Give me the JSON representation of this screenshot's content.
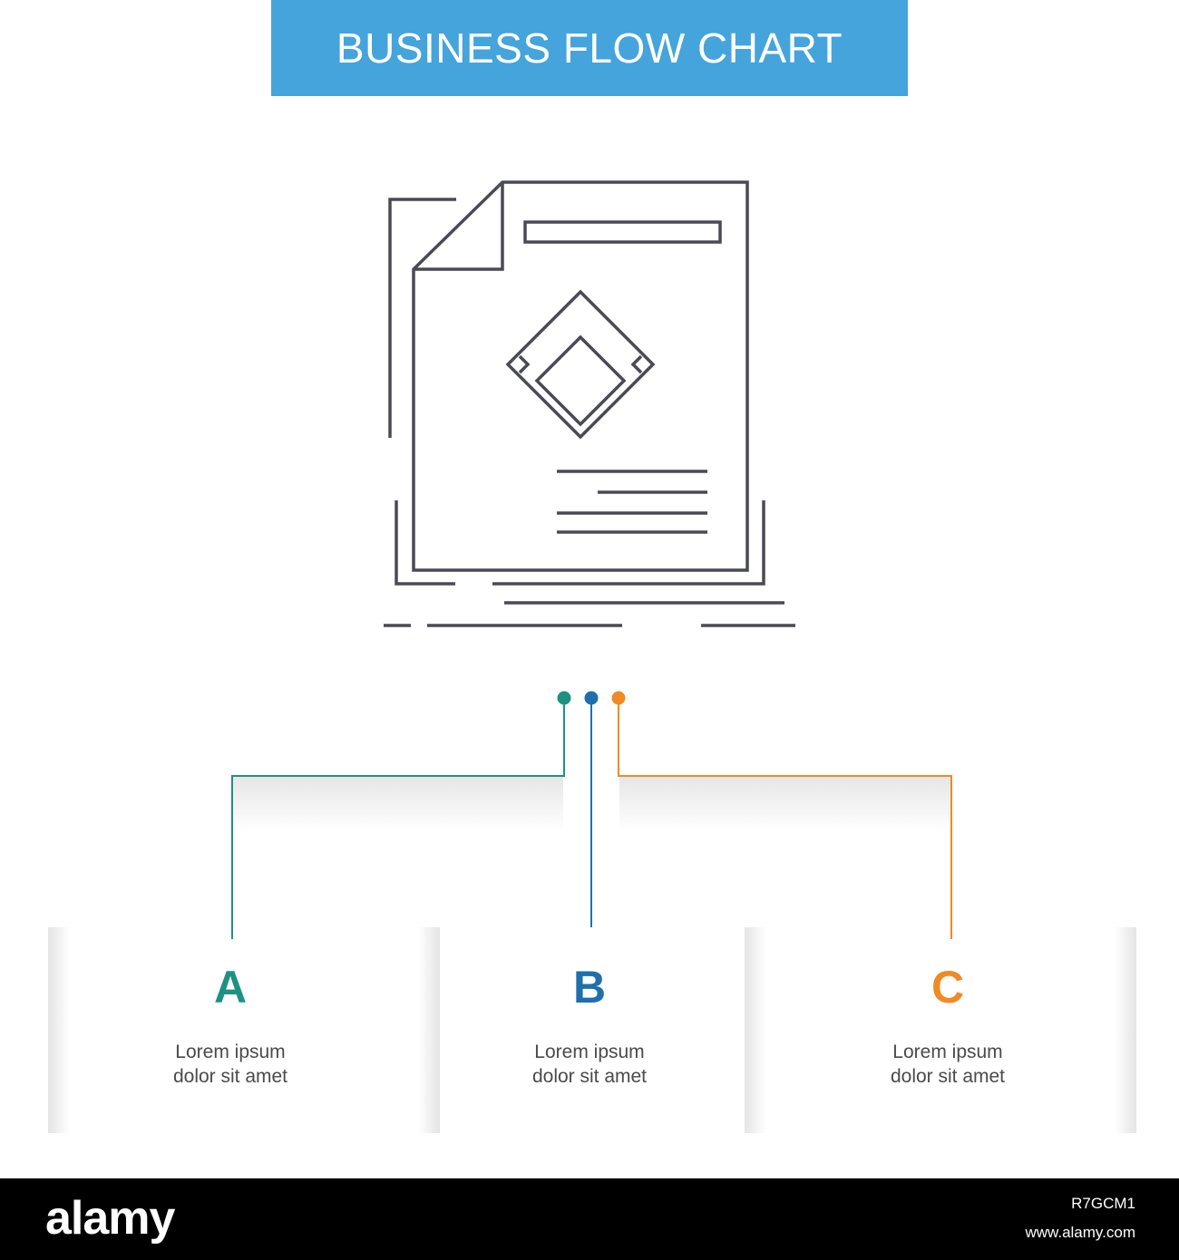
{
  "title": "BUSINESS FLOW CHART",
  "colors": {
    "title_bg": "#45a4dc",
    "icon_stroke": "#4a4a55",
    "branch_a": "#1f9183",
    "branch_b": "#1f6fae",
    "branch_c": "#f08a24"
  },
  "icon": "document-with-diamond-icon",
  "steps": [
    {
      "letter": "A",
      "caption_line1": "Lorem ipsum",
      "caption_line2": "dolor sit amet"
    },
    {
      "letter": "B",
      "caption_line1": "Lorem ipsum",
      "caption_line2": "dolor sit amet"
    },
    {
      "letter": "C",
      "caption_line1": "Lorem ipsum",
      "caption_line2": "dolor sit amet"
    }
  ],
  "footer": {
    "brand": "alamy",
    "image_id": "R7GCM1",
    "site": "www.alamy.com"
  }
}
